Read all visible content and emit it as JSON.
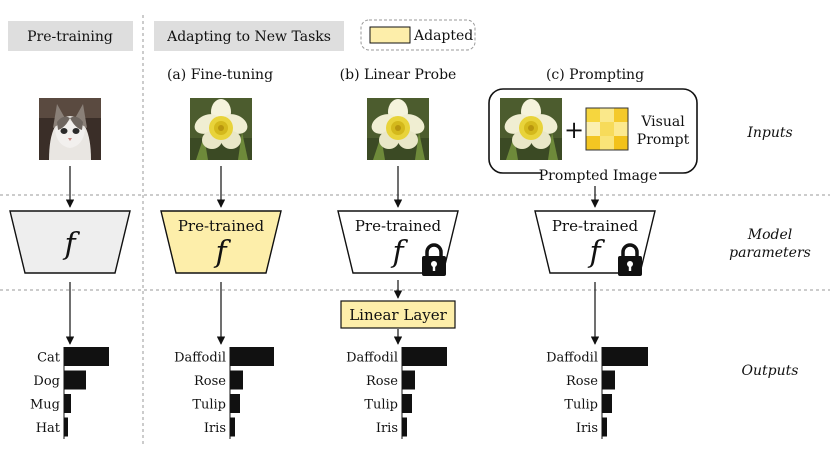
{
  "headers": {
    "pretraining": "Pre-training",
    "adapting": "Adapting to New Tasks",
    "legend_label": "Adapted",
    "legend_color": "#fdeeaa"
  },
  "methods": {
    "finetuning": "(a) Fine-tuning",
    "linear_probe": "(b) Linear Probe",
    "prompting": "(c) Prompting"
  },
  "rows": {
    "inputs": "Inputs",
    "model_line1": "Model",
    "model_line2": "parameters",
    "outputs": "Outputs"
  },
  "model": {
    "f": "f",
    "pretrained": "Pre-trained"
  },
  "prompt": {
    "plus": "+",
    "visual_line1": "Visual",
    "visual_line2": "Prompt",
    "prompted_image": "Prompted Image"
  },
  "linear_layer": "Linear Layer",
  "chart_data": [
    {
      "type": "bar",
      "categories": [
        "Cat",
        "Dog",
        "Mug",
        "Hat"
      ],
      "values": [
        45,
        22,
        7,
        4
      ]
    },
    {
      "type": "bar",
      "categories": [
        "Daffodil",
        "Rose",
        "Tulip",
        "Iris"
      ],
      "values": [
        44,
        13,
        10,
        5
      ]
    },
    {
      "type": "bar",
      "categories": [
        "Daffodil",
        "Rose",
        "Tulip",
        "Iris"
      ],
      "values": [
        45,
        13,
        10,
        5
      ]
    },
    {
      "type": "bar",
      "categories": [
        "Daffodil",
        "Rose",
        "Tulip",
        "Iris"
      ],
      "values": [
        46,
        13,
        10,
        5
      ]
    }
  ],
  "colors": {
    "adapted_fill": "#fdeeaa",
    "frozen_gray": "#eeeeee",
    "header_gray": "#dedede"
  },
  "icons": [
    "cat-photo",
    "daffodil-photo",
    "lock-icon",
    "visual-prompt-grid"
  ]
}
